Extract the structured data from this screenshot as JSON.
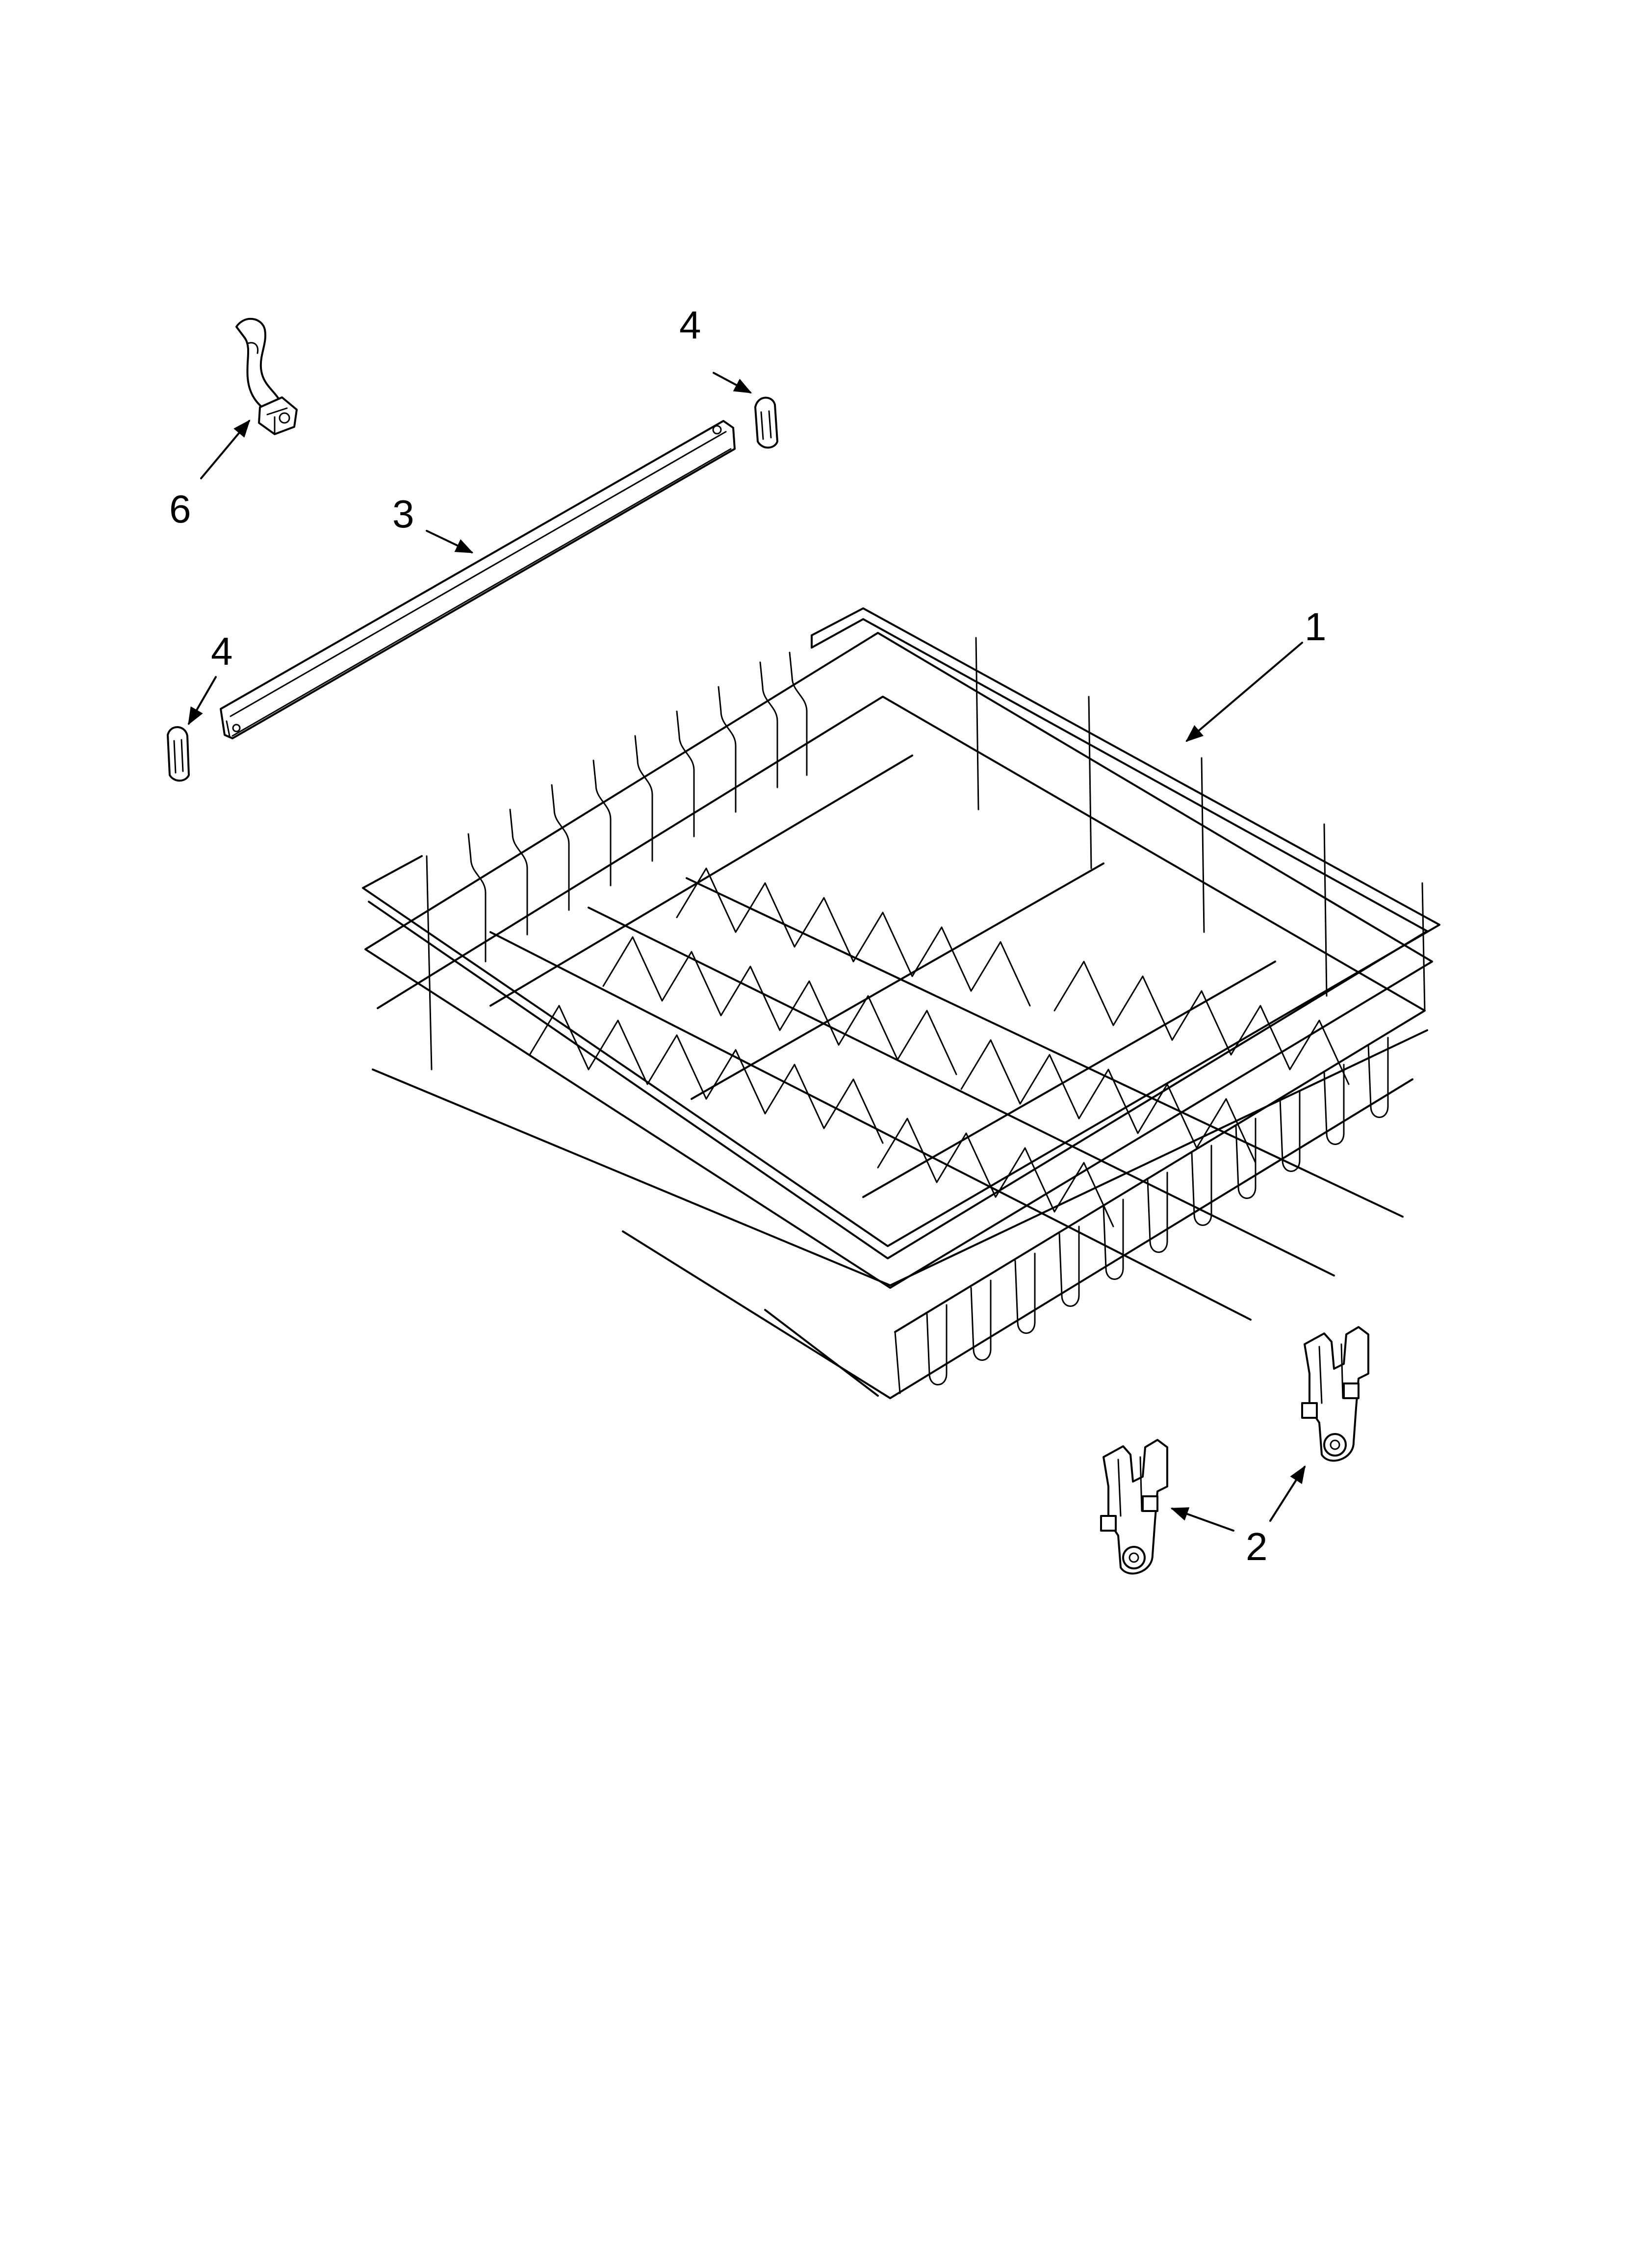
{
  "diagram": {
    "callouts": [
      {
        "id": "callout-1",
        "label": "1"
      },
      {
        "id": "callout-2",
        "label": "2"
      },
      {
        "id": "callout-3",
        "label": "3"
      },
      {
        "id": "callout-4a",
        "label": "4"
      },
      {
        "id": "callout-4b",
        "label": "4"
      },
      {
        "id": "callout-6",
        "label": "6"
      }
    ]
  }
}
